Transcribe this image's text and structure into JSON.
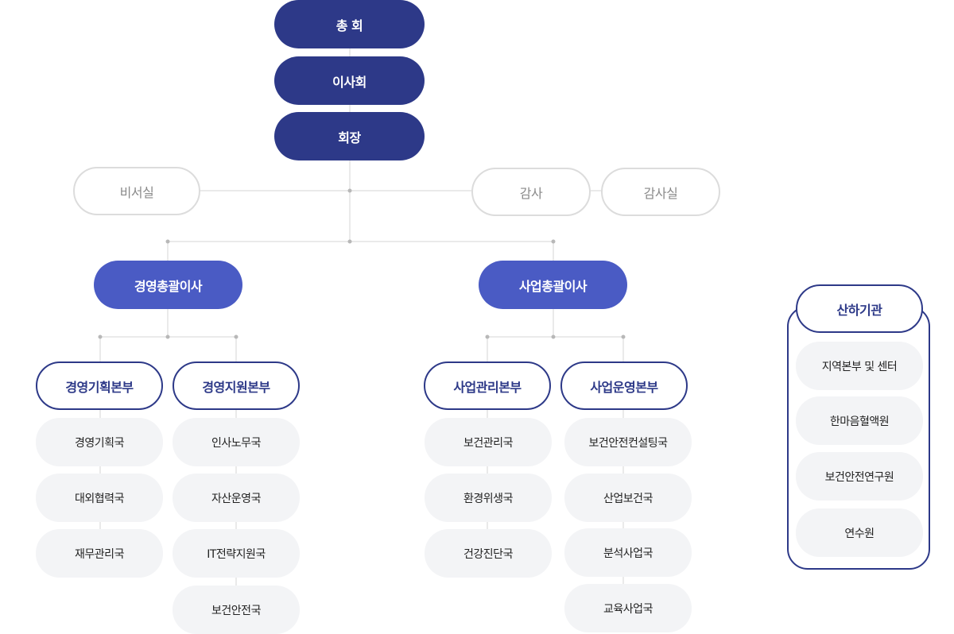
{
  "governance": {
    "general_meeting": "총 회",
    "board": "이사회",
    "chairman": "회장"
  },
  "staff": {
    "secretary": "비서실",
    "auditor": "감사",
    "audit_office": "감사실"
  },
  "executives": {
    "management": "경영총괄이사",
    "business": "사업총괄이사"
  },
  "divisions": [
    {
      "name": "경영기획본부",
      "departments": [
        "경영기획국",
        "대외협력국",
        "재무관리국"
      ]
    },
    {
      "name": "경영지원본부",
      "departments": [
        "인사노무국",
        "자산운영국",
        "IT전략지원국",
        "보건안전국"
      ]
    },
    {
      "name": "사업관리본부",
      "departments": [
        "보건관리국",
        "환경위생국",
        "건강진단국"
      ]
    },
    {
      "name": "사업운영본부",
      "departments": [
        "보건안전컨설팅국",
        "산업보건국",
        "분석사업국",
        "교육사업국"
      ]
    }
  ],
  "affiliates": {
    "title": "산하기관",
    "items": [
      "지역본부 및 센터",
      "한마음혈액원",
      "보건안전연구원",
      "연수원"
    ]
  },
  "colors": {
    "top_navy": "#2d3988",
    "executive_blue": "#4a5bc4",
    "division_border": "#2d3988",
    "department_bg": "#f3f4f6",
    "connector_gray": "#cfcfcf"
  }
}
